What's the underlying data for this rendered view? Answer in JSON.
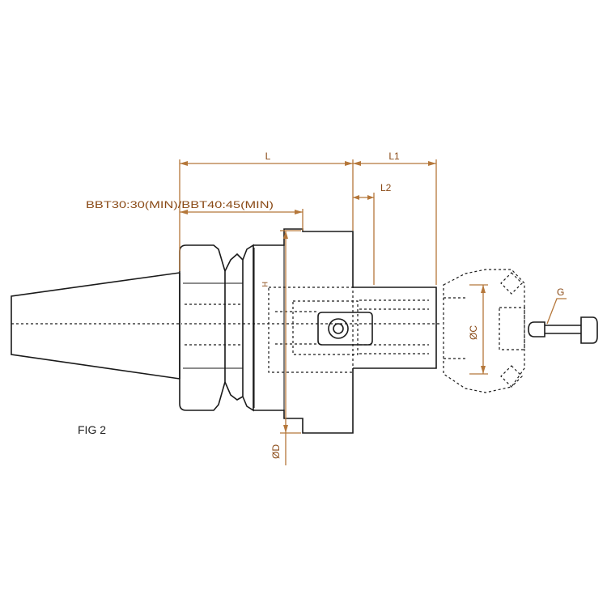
{
  "figure": {
    "caption": "FIG 2",
    "colors": {
      "dimension": "#b5773a",
      "dimension_text": "#8a4a16",
      "outline": "#1a1a1a"
    }
  },
  "dimensions": {
    "L": "L",
    "L1": "L1",
    "L2": "L2",
    "clearance_note": "BBT30:30(MIN)/BBT40:45(MIN)",
    "phi_D": "ØD",
    "phi_C": "ØC",
    "G": "G",
    "side_mark": "H"
  }
}
